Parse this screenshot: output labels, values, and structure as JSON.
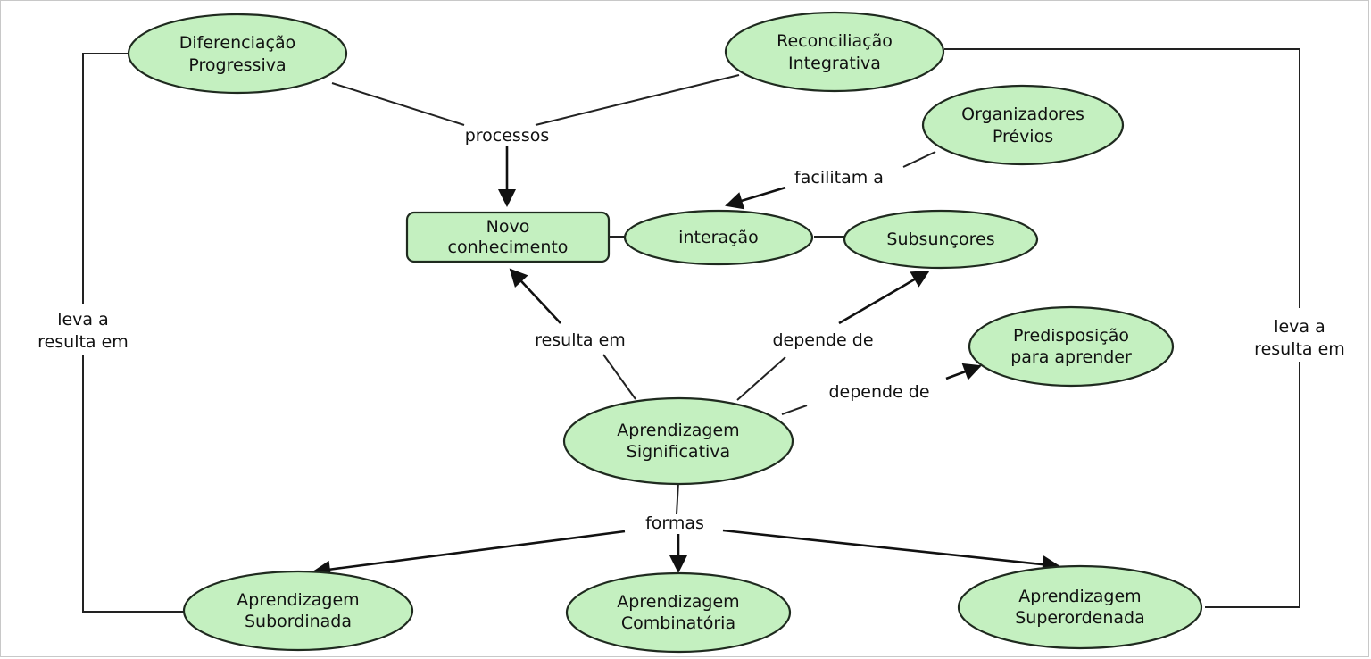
{
  "colors": {
    "node_fill": "#c4f0c0",
    "node_stroke": "#1f2a1f",
    "line": "#222222",
    "background": "#ffffff"
  },
  "nodes": {
    "diferenciacao": {
      "line1": "Diferenciação",
      "line2": "Progressiva"
    },
    "reconciliacao": {
      "line1": "Reconciliação",
      "line2": "Integrativa"
    },
    "organizadores": {
      "line1": "Organizadores",
      "line2": "Prévios"
    },
    "novo": {
      "line1": "Novo",
      "line2": "conhecimento"
    },
    "interacao": {
      "line1": "interação"
    },
    "subsuncores": {
      "line1": "Subsunçores"
    },
    "predisposicao": {
      "line1": "Predisposição",
      "line2": "para aprender"
    },
    "significativa": {
      "line1": "Aprendizagem",
      "line2": "Significativa"
    },
    "subordinada": {
      "line1": "Aprendizagem",
      "line2": "Subordinada"
    },
    "combinatoria": {
      "line1": "Aprendizagem",
      "line2": "Combinatória"
    },
    "superordenada": {
      "line1": "Aprendizagem",
      "line2": "Superordenada"
    }
  },
  "links": {
    "processos": "processos",
    "facilitam": "facilitam a",
    "resulta": "resulta em",
    "depende1": "depende de",
    "depende2": "depende de",
    "formas": "formas",
    "left_line1": "leva a",
    "left_line2": "resulta em",
    "right_line1": "leva a",
    "right_line2": "resulta em"
  }
}
